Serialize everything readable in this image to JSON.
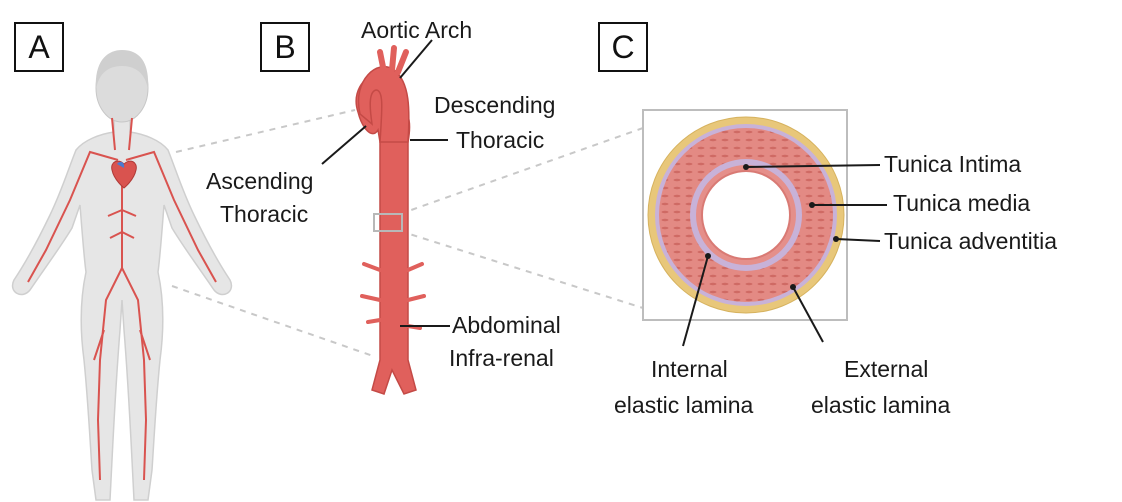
{
  "panels": {
    "a": "A",
    "b": "B",
    "c": "C"
  },
  "aorta_labels": {
    "aortic_arch": "Aortic Arch",
    "descending_1": "Descending",
    "descending_2": "Thoracic",
    "ascending_1": "Ascending",
    "ascending_2": "Thoracic",
    "abdominal_1": "Abdominal",
    "abdominal_2": "Infra-renal"
  },
  "wall_labels": {
    "intima": "Tunica Intima",
    "media": "Tunica media",
    "adventitia": "Tunica adventitia",
    "internal_1": "Internal",
    "internal_2": "elastic lamina",
    "external_1": "External",
    "external_2": "elastic lamina"
  },
  "colors": {
    "artery": "#d9534f",
    "aorta": "#e0605c",
    "media": "#e38a84",
    "adventitia": "#e8c77a",
    "lamina": "#c8b2d8",
    "body": "#e6e6e6",
    "guide": "#c8c8c8"
  }
}
